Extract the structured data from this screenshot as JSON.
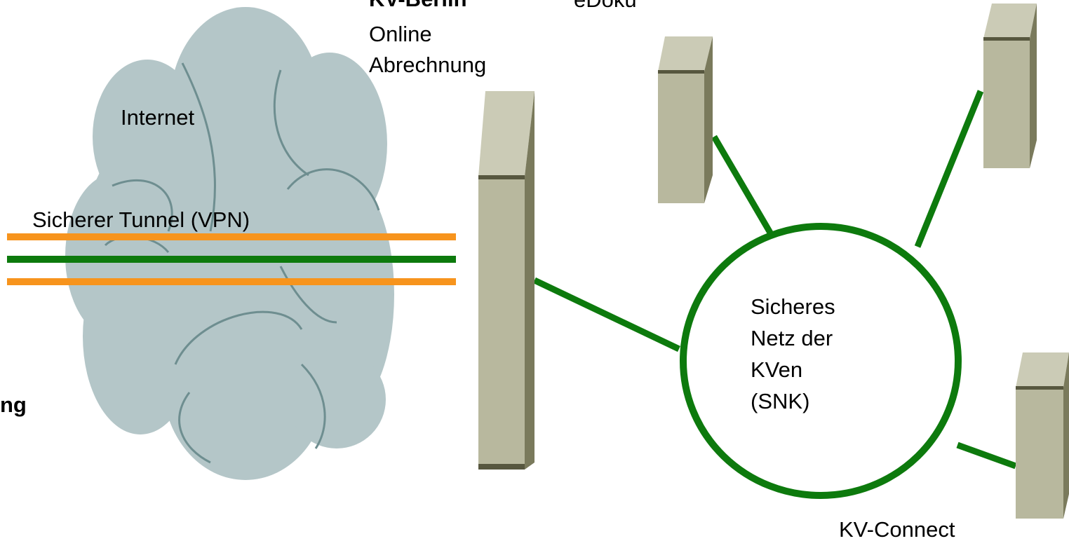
{
  "diagram": {
    "cloud_label": "Internet",
    "tunnel_label": "Sicherer Tunnel (VPN)",
    "kv_berlin_title": "KV-Berlin",
    "kv_berlin_lines": [
      "Online",
      "Abrechnung"
    ],
    "edoku_label": "eDoku",
    "left_cutoff_label": "ng",
    "snk_lines": [
      "Sicheres",
      "Netz der",
      "KVen",
      "(SNK)"
    ],
    "kv_connect_label": "KV-Connect"
  },
  "colors": {
    "cloud_fill": "#b4c6c8",
    "cloud_stroke": "#6e8e90",
    "tunnel_orange": "#f7941d",
    "network_green": "#0d7a0d",
    "server_front": "#b8b89e",
    "server_top": "#cbcbb6",
    "server_side": "#7a7a5c"
  },
  "icons": [
    "cloud-icon",
    "server-icon"
  ]
}
